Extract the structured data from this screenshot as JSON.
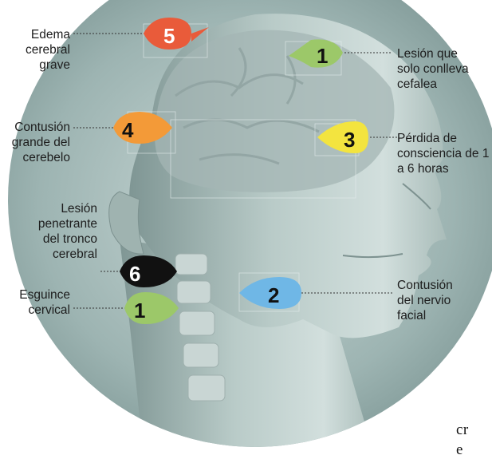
{
  "colors": {
    "marker_red": "#e95b3a",
    "marker_green": "#9cc869",
    "marker_yellow": "#f3e43f",
    "marker_orange": "#f39a38",
    "marker_black": "#111111",
    "marker_blue": "#6fb7e6",
    "skin": "#b7c9c6",
    "background_panel": "#9cb3b1"
  },
  "markers": [
    {
      "id": "m5",
      "number": "5",
      "color": "marker_red"
    },
    {
      "id": "m1a",
      "number": "1",
      "color": "marker_green"
    },
    {
      "id": "m4",
      "number": "4",
      "color": "marker_orange"
    },
    {
      "id": "m3",
      "number": "3",
      "color": "marker_yellow"
    },
    {
      "id": "m6",
      "number": "6",
      "color": "marker_black"
    },
    {
      "id": "m1b",
      "number": "1",
      "color": "marker_green"
    },
    {
      "id": "m2",
      "number": "2",
      "color": "marker_blue"
    }
  ],
  "labels": {
    "edema": [
      "Edema",
      "cerebral",
      "grave"
    ],
    "lesion_cefalea": [
      "Lesión que",
      "solo conlleva",
      "cefalea"
    ],
    "contusion_cerebelo": [
      "Contusión",
      "grande del",
      "cerebelo"
    ],
    "perdida_consciencia": [
      "Pérdida de",
      "consciencia de 1",
      "a 6 horas"
    ],
    "lesion_tronco": [
      "Lesión",
      "penetrante",
      "del tronco",
      "cerebral"
    ],
    "esguince": [
      "Esguince",
      "cervical"
    ],
    "contusion_facial": [
      "Contusión",
      "del nervio",
      "facial"
    ]
  },
  "fragments": [
    "cr",
    "e"
  ]
}
